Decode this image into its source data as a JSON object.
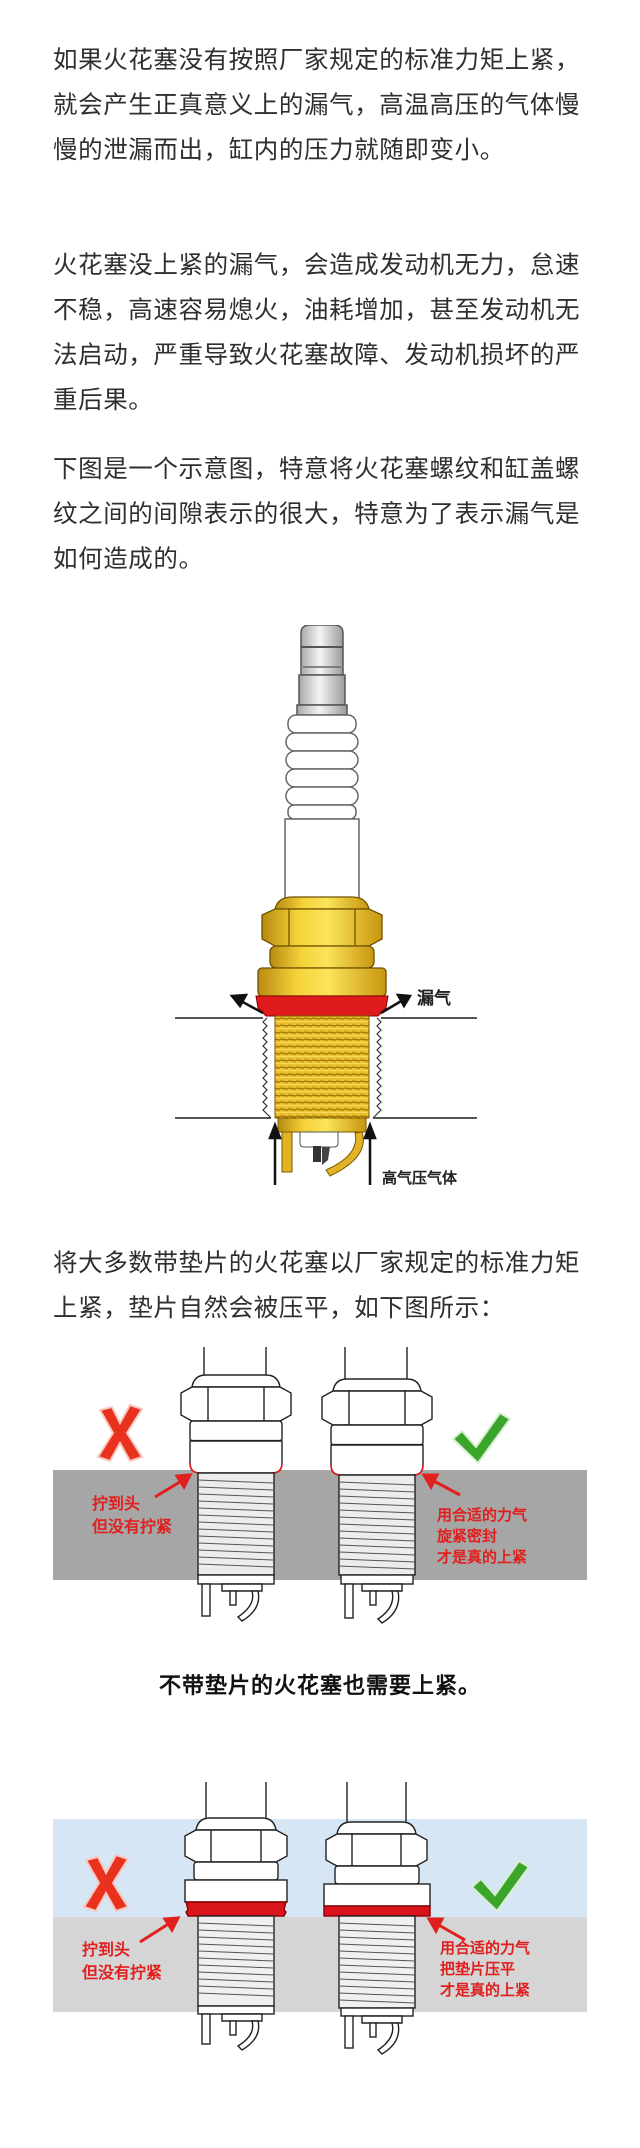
{
  "article": {
    "paragraphs": [
      "如果火花塞没有按照厂家规定的标准力矩上紧，就会产生正真意义上的漏气，高温高压的气体慢慢的泄漏而出，缸内的压力就随即变小。",
      "火花塞没上紧的漏气，会造成发动机无力，怠速不稳，高速容易熄火，油耗增加，甚至发动机无法启动，严重导致火花塞故障、发动机损坏的严重后果。",
      "下图是一个示意图，特意将火花塞螺纹和缸盖螺纹之间的间隙表示的很大，特意为了表示漏气是如何造成的。",
      "将大多数带垫片的火花塞以厂家规定的标准力矩上紧，垫片自然会被压平，如下图所示："
    ],
    "caption": "不带垫片的火花塞也需要上紧。"
  },
  "figure_leak": {
    "label_leak": "漏气",
    "label_gas": "高气压气体",
    "colors": {
      "body": "#e8b923",
      "gasket": "#e01b1b",
      "insulator": "#f2f2f2"
    }
  },
  "figure_compare_1": {
    "wrong_label_line1": "拧到头",
    "wrong_label_line2": "但没有拧紧",
    "right_label_line1": "用合适的力气",
    "right_label_line2": "旋紧密封",
    "right_label_line3": "才是真的上紧",
    "wrong_icon": "cross-icon",
    "right_icon": "check-icon",
    "colors": {
      "band": "#a6a6a6",
      "label": "#e0201e",
      "cross": "#e8321e",
      "check": "#3aa52a"
    }
  },
  "figure_compare_2": {
    "wrong_label_line1": "拧到头",
    "wrong_label_line2": "但没有拧紧",
    "right_label_line1": "用合适的力气",
    "right_label_line2": "把垫片压平",
    "right_label_line3": "才是真的上紧",
    "wrong_icon": "cross-icon",
    "right_icon": "check-icon",
    "colors": {
      "band_top": "#d6e6f5",
      "band_bottom": "#d5d5d5",
      "gasket": "#d9141b",
      "label": "#e0201e"
    }
  }
}
